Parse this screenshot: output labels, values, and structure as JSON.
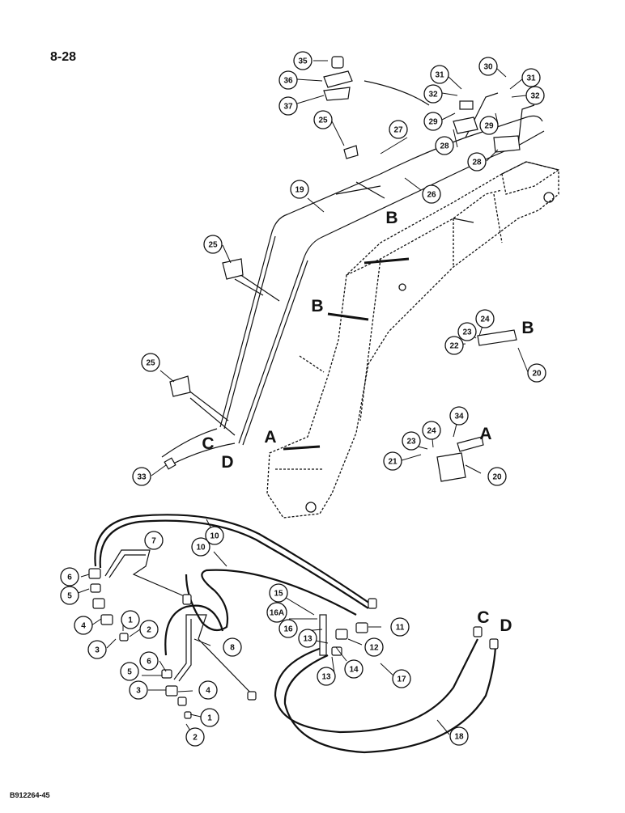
{
  "page_number": "8-28",
  "figure_code": "B912264-45",
  "ink_color": "#111111",
  "callouts": [
    {
      "id": "c35",
      "label": "35"
    },
    {
      "id": "c36",
      "label": "36"
    },
    {
      "id": "c37",
      "label": "37"
    },
    {
      "id": "c31a",
      "label": "31"
    },
    {
      "id": "c30",
      "label": "30"
    },
    {
      "id": "c31b",
      "label": "31"
    },
    {
      "id": "c32a",
      "label": "32"
    },
    {
      "id": "c32b",
      "label": "32"
    },
    {
      "id": "c29a",
      "label": "29"
    },
    {
      "id": "c29b",
      "label": "29"
    },
    {
      "id": "c25a",
      "label": "25"
    },
    {
      "id": "c27",
      "label": "27"
    },
    {
      "id": "c28a",
      "label": "28"
    },
    {
      "id": "c28b",
      "label": "28"
    },
    {
      "id": "c19",
      "label": "19"
    },
    {
      "id": "c26",
      "label": "26"
    },
    {
      "id": "c25b",
      "label": "25"
    },
    {
      "id": "c24a",
      "label": "24"
    },
    {
      "id": "c23a",
      "label": "23"
    },
    {
      "id": "c22",
      "label": "22"
    },
    {
      "id": "c20a",
      "label": "20"
    },
    {
      "id": "c25c",
      "label": "25"
    },
    {
      "id": "c34",
      "label": "34"
    },
    {
      "id": "c24b",
      "label": "24"
    },
    {
      "id": "c23b",
      "label": "23"
    },
    {
      "id": "c21",
      "label": "21"
    },
    {
      "id": "c20b",
      "label": "20"
    },
    {
      "id": "c33",
      "label": "33"
    },
    {
      "id": "c7",
      "label": "7"
    },
    {
      "id": "c10a",
      "label": "10"
    },
    {
      "id": "c10b",
      "label": "10"
    },
    {
      "id": "c6a",
      "label": "6"
    },
    {
      "id": "c5a",
      "label": "5"
    },
    {
      "id": "c4a",
      "label": "4"
    },
    {
      "id": "c1a",
      "label": "1"
    },
    {
      "id": "c2a",
      "label": "2"
    },
    {
      "id": "c3a",
      "label": "3"
    },
    {
      "id": "c15",
      "label": "15"
    },
    {
      "id": "c16a",
      "label": "16A"
    },
    {
      "id": "c16",
      "label": "16"
    },
    {
      "id": "c11",
      "label": "11"
    },
    {
      "id": "c12",
      "label": "12"
    },
    {
      "id": "c13a",
      "label": "13"
    },
    {
      "id": "c13b",
      "label": "13"
    },
    {
      "id": "c14",
      "label": "14"
    },
    {
      "id": "c8",
      "label": "8"
    },
    {
      "id": "c6b",
      "label": "6"
    },
    {
      "id": "c5b",
      "label": "5"
    },
    {
      "id": "c3b",
      "label": "3"
    },
    {
      "id": "c4b",
      "label": "4"
    },
    {
      "id": "c1b",
      "label": "1"
    },
    {
      "id": "c2b",
      "label": "2"
    },
    {
      "id": "c17",
      "label": "17"
    },
    {
      "id": "c18",
      "label": "18"
    }
  ],
  "letter_labels": [
    {
      "id": "lB1",
      "label": "B"
    },
    {
      "id": "lB2",
      "label": "B"
    },
    {
      "id": "lB3",
      "label": "B"
    },
    {
      "id": "lA1",
      "label": "A"
    },
    {
      "id": "lA2",
      "label": "A"
    },
    {
      "id": "lC1",
      "label": "C"
    },
    {
      "id": "lD1",
      "label": "D"
    },
    {
      "id": "lC2",
      "label": "C"
    },
    {
      "id": "lD2",
      "label": "D"
    }
  ]
}
